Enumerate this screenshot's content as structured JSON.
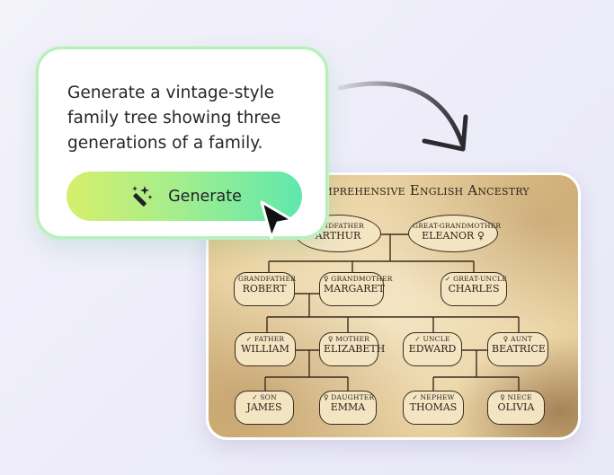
{
  "prompt": {
    "text": "Generate a vintage-style family tree showing three generations of a family.",
    "button_label": "Generate",
    "button_icon": "magic-wand-icon"
  },
  "tree": {
    "title": "age: A Comprehensive English Ancestry",
    "root": [
      {
        "role": "randfather",
        "name": "Arthur",
        "symbol": ""
      },
      {
        "role": "Great-Grandmother",
        "name": "Eleanor",
        "symbol": "♀"
      }
    ],
    "grandparents": [
      {
        "role": "Grandfather",
        "name": "Robert",
        "symbol": ""
      },
      {
        "role": "Grandmother",
        "name": "Margaret",
        "symbol": "♀"
      },
      {
        "role": "Great-Uncle",
        "name": "Charles",
        "symbol": "✓"
      }
    ],
    "parents": [
      {
        "role": "Father",
        "name": "William",
        "symbol": "✓"
      },
      {
        "role": "Mother",
        "name": "Elizabeth",
        "symbol": "♀"
      },
      {
        "role": "Uncle",
        "name": "Edward",
        "symbol": "✓"
      },
      {
        "role": "Aunt",
        "name": "Beatrice",
        "symbol": "♀"
      }
    ],
    "children": [
      {
        "role": "Son",
        "name": "James",
        "symbol": "✓"
      },
      {
        "role": "Daughter",
        "name": "Emma",
        "symbol": "♀"
      },
      {
        "role": "Nephew",
        "name": "Thomas",
        "symbol": "✓"
      },
      {
        "role": "Niece",
        "name": "Olivia",
        "symbol": "♀"
      }
    ]
  },
  "colors": {
    "ink": "#2f241a",
    "parchment": "#f0dcb0",
    "button_start": "#d6ef6b",
    "button_end": "#5fe8ad",
    "card_border": "#b7f0bc"
  }
}
